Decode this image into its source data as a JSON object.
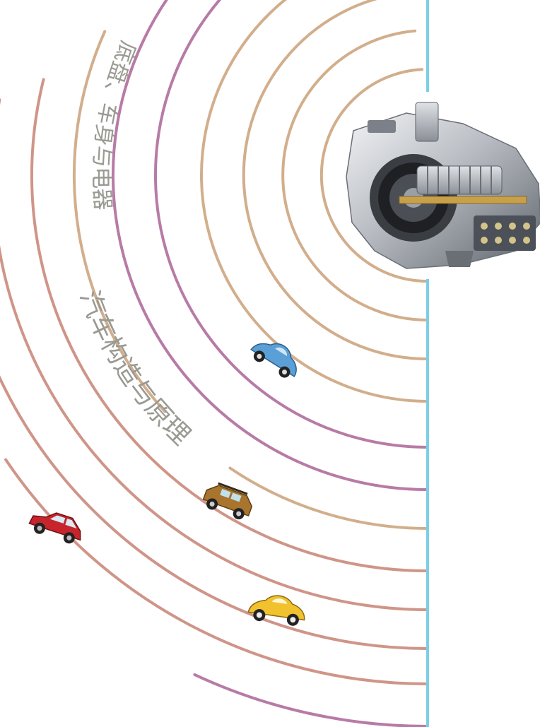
{
  "subtitle": "底盘、车身与电器",
  "title": "汽车构造与原理",
  "colors": {
    "tan": "#d2ae8c",
    "purple": "#b77ba6",
    "rose": "#cf9588",
    "divider": "#7ccfe3",
    "text": "#9a9a93",
    "background": "#ffffff"
  },
  "illustrations": {
    "engine": "gearbox-engine-illustration",
    "cars": [
      "blue-beetle-car",
      "brown-suv-car",
      "red-hatchback-car",
      "yellow-beetle-car"
    ]
  }
}
